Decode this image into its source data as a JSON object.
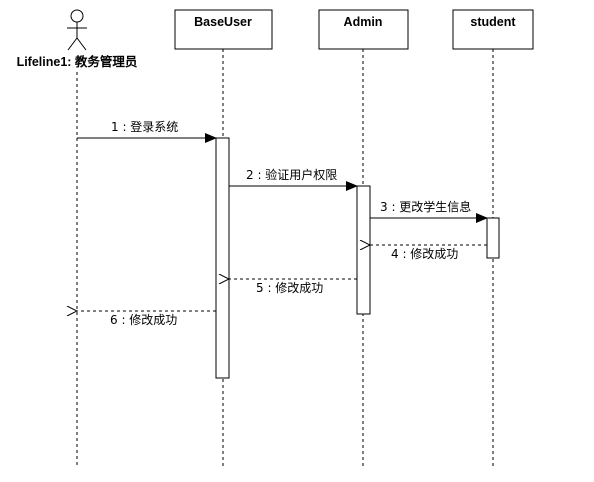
{
  "actor": {
    "label": "Lifeline1: 教务管理员"
  },
  "lifelines": [
    {
      "id": "baseuser",
      "label": "BaseUser"
    },
    {
      "id": "admin",
      "label": "Admin"
    },
    {
      "id": "student",
      "label": "student"
    }
  ],
  "messages": [
    {
      "seq": "1",
      "text": "1 : 登录系统",
      "from": "actor",
      "to": "baseuser",
      "kind": "sync"
    },
    {
      "seq": "2",
      "text": "2 : 验证用户权限",
      "from": "baseuser",
      "to": "admin",
      "kind": "sync"
    },
    {
      "seq": "3",
      "text": "3 : 更改学生信息",
      "from": "admin",
      "to": "student",
      "kind": "sync"
    },
    {
      "seq": "4",
      "text": "4 : 修改成功",
      "from": "student",
      "to": "admin",
      "kind": "return"
    },
    {
      "seq": "5",
      "text": "5 : 修改成功",
      "from": "admin",
      "to": "baseuser",
      "kind": "return"
    },
    {
      "seq": "6",
      "text": "6 : 修改成功",
      "from": "baseuser",
      "to": "actor",
      "kind": "return"
    }
  ]
}
